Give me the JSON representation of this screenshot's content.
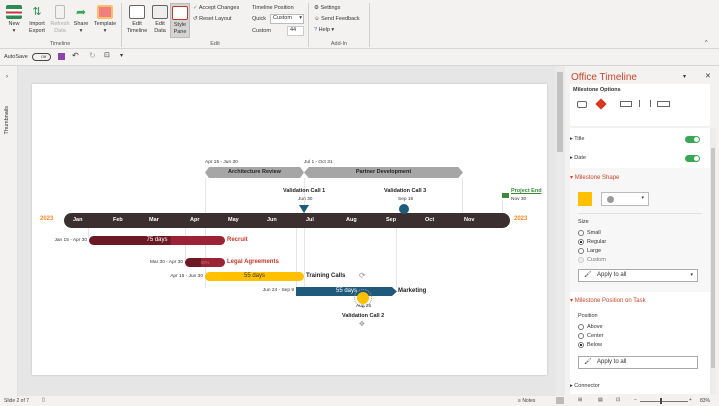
{
  "ribbon": {
    "timeline_group": {
      "label": "Timeline",
      "new": "New",
      "import_export": "Import Export",
      "refresh_data": "Refresh Data",
      "share": "Share",
      "template": "Template"
    },
    "edit_group": {
      "label": "Edit",
      "edit_timeline": "Edit Timeline",
      "edit_data": "Edit Data",
      "style_pane": "Style Pane",
      "accept_changes": "Accept Changes",
      "reset_layout": "Reset Layout",
      "timeline_position": "Timeline Position",
      "quick_label": "Quick",
      "quick_value": "Custom",
      "custom_label": "Custom",
      "custom_value": "44"
    },
    "addin_group": {
      "label": "Add-In",
      "settings": "Settings",
      "send_feedback": "Send Feedback",
      "help": "Help"
    }
  },
  "qat": {
    "autosave": "AutoSave",
    "autosave_state": "Off"
  },
  "thumbnails": {
    "label": "Thumbnails"
  },
  "timeline": {
    "year_start": "2023",
    "year_end": "2023",
    "months": [
      "Jan",
      "Feb",
      "Mar",
      "Apr",
      "May",
      "Jun",
      "Jul",
      "Aug",
      "Sep",
      "Oct",
      "Nov"
    ],
    "intervals": [
      {
        "title": "Architecture Review",
        "dates": "Apr 15 - Jun 30"
      },
      {
        "title": "Partner Development",
        "dates": "Jul 1 - Oct 31"
      }
    ],
    "tasks": [
      {
        "title": "Recruit",
        "dates": "Jan 15 - Apr 30",
        "inner": "75 days",
        "color": "#9b2335"
      },
      {
        "title": "Legal Agreements",
        "dates": "Mar 30 - Apr 30",
        "inner": "40%",
        "color": "#9b2335"
      },
      {
        "title": "Training Calls",
        "dates": "Apr 15 - Jun 30",
        "inner": "55 days",
        "color": "#ffc000"
      },
      {
        "title": "Marketing",
        "dates": "Jun 24 - Sep 9",
        "inner": "55 days",
        "color": "#1f5a7a"
      }
    ],
    "milestones": [
      {
        "title": "Validation Call 1",
        "date": "Jun 30"
      },
      {
        "title": "Validation Call 3",
        "date": "Sep 16"
      },
      {
        "title": "Project End",
        "date": "Nov 30"
      },
      {
        "title": "Validation Call 2",
        "date": "Aug 25"
      }
    ],
    "colors": {
      "bar": "#3b2f2f",
      "year": "#f08a24",
      "interval": "#a6a6a6"
    }
  },
  "pane": {
    "title": "Office Timeline",
    "subtitle": "Milestone Options",
    "title_row": "Title",
    "date_row": "Date",
    "shape_section": "Milestone Shape",
    "shape_color": "#ffc000",
    "size_label": "Size",
    "sizes": [
      "Small",
      "Regular",
      "Large",
      "Custom"
    ],
    "size_selected": "Regular",
    "apply_all": "Apply to all",
    "position_section": "Milestone Position on Task",
    "position_label": "Position",
    "positions": [
      "Above",
      "Center",
      "Below"
    ],
    "position_selected": "Below",
    "connector": "Connector"
  },
  "status": {
    "slide": "Slide 2 of 7",
    "notes": "Notes",
    "zoom": "83%"
  }
}
